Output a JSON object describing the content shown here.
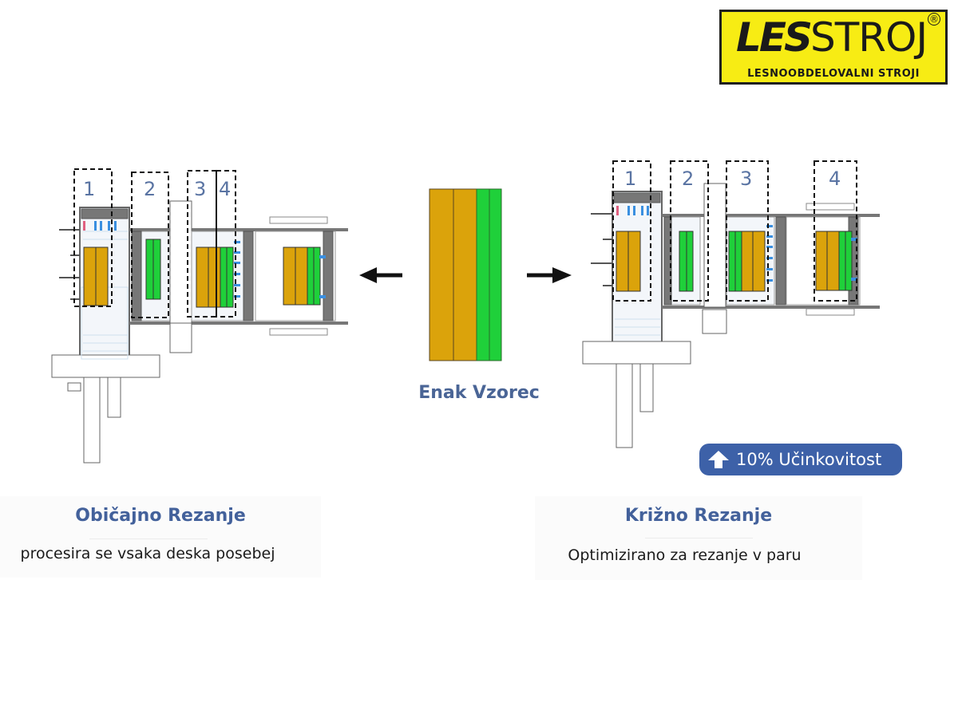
{
  "logo": {
    "brand_part1": "LES",
    "brand_part2": "STROJ",
    "registered_mark": "®",
    "tagline": "LESNOOBDELOVALNI STROJI",
    "background_color": "#f7ec14"
  },
  "left_diagram": {
    "zone_labels": [
      "1",
      "2",
      "3",
      "4"
    ],
    "title": "Običajno Rezanje",
    "description": "procesira se vsaka deska posebej"
  },
  "center": {
    "label": "Enak Vzorec",
    "arrow_left_icon": "arrow-left-icon",
    "arrow_right_icon": "arrow-right-icon",
    "pattern_boards": [
      "orange",
      "orange",
      "green",
      "green"
    ]
  },
  "right_diagram": {
    "zone_labels": [
      "1",
      "2",
      "3",
      "4"
    ],
    "title": "Križno Rezanje",
    "description": "Optimizirano za rezanje v paru",
    "badge": {
      "icon": "arrow-up-icon",
      "text": "10% Učinkovitost"
    }
  },
  "colors": {
    "wood_orange": "#dba30b",
    "board_green": "#1fd03a",
    "accent_blue": "#3d61a8",
    "title_blue": "#43619b"
  }
}
